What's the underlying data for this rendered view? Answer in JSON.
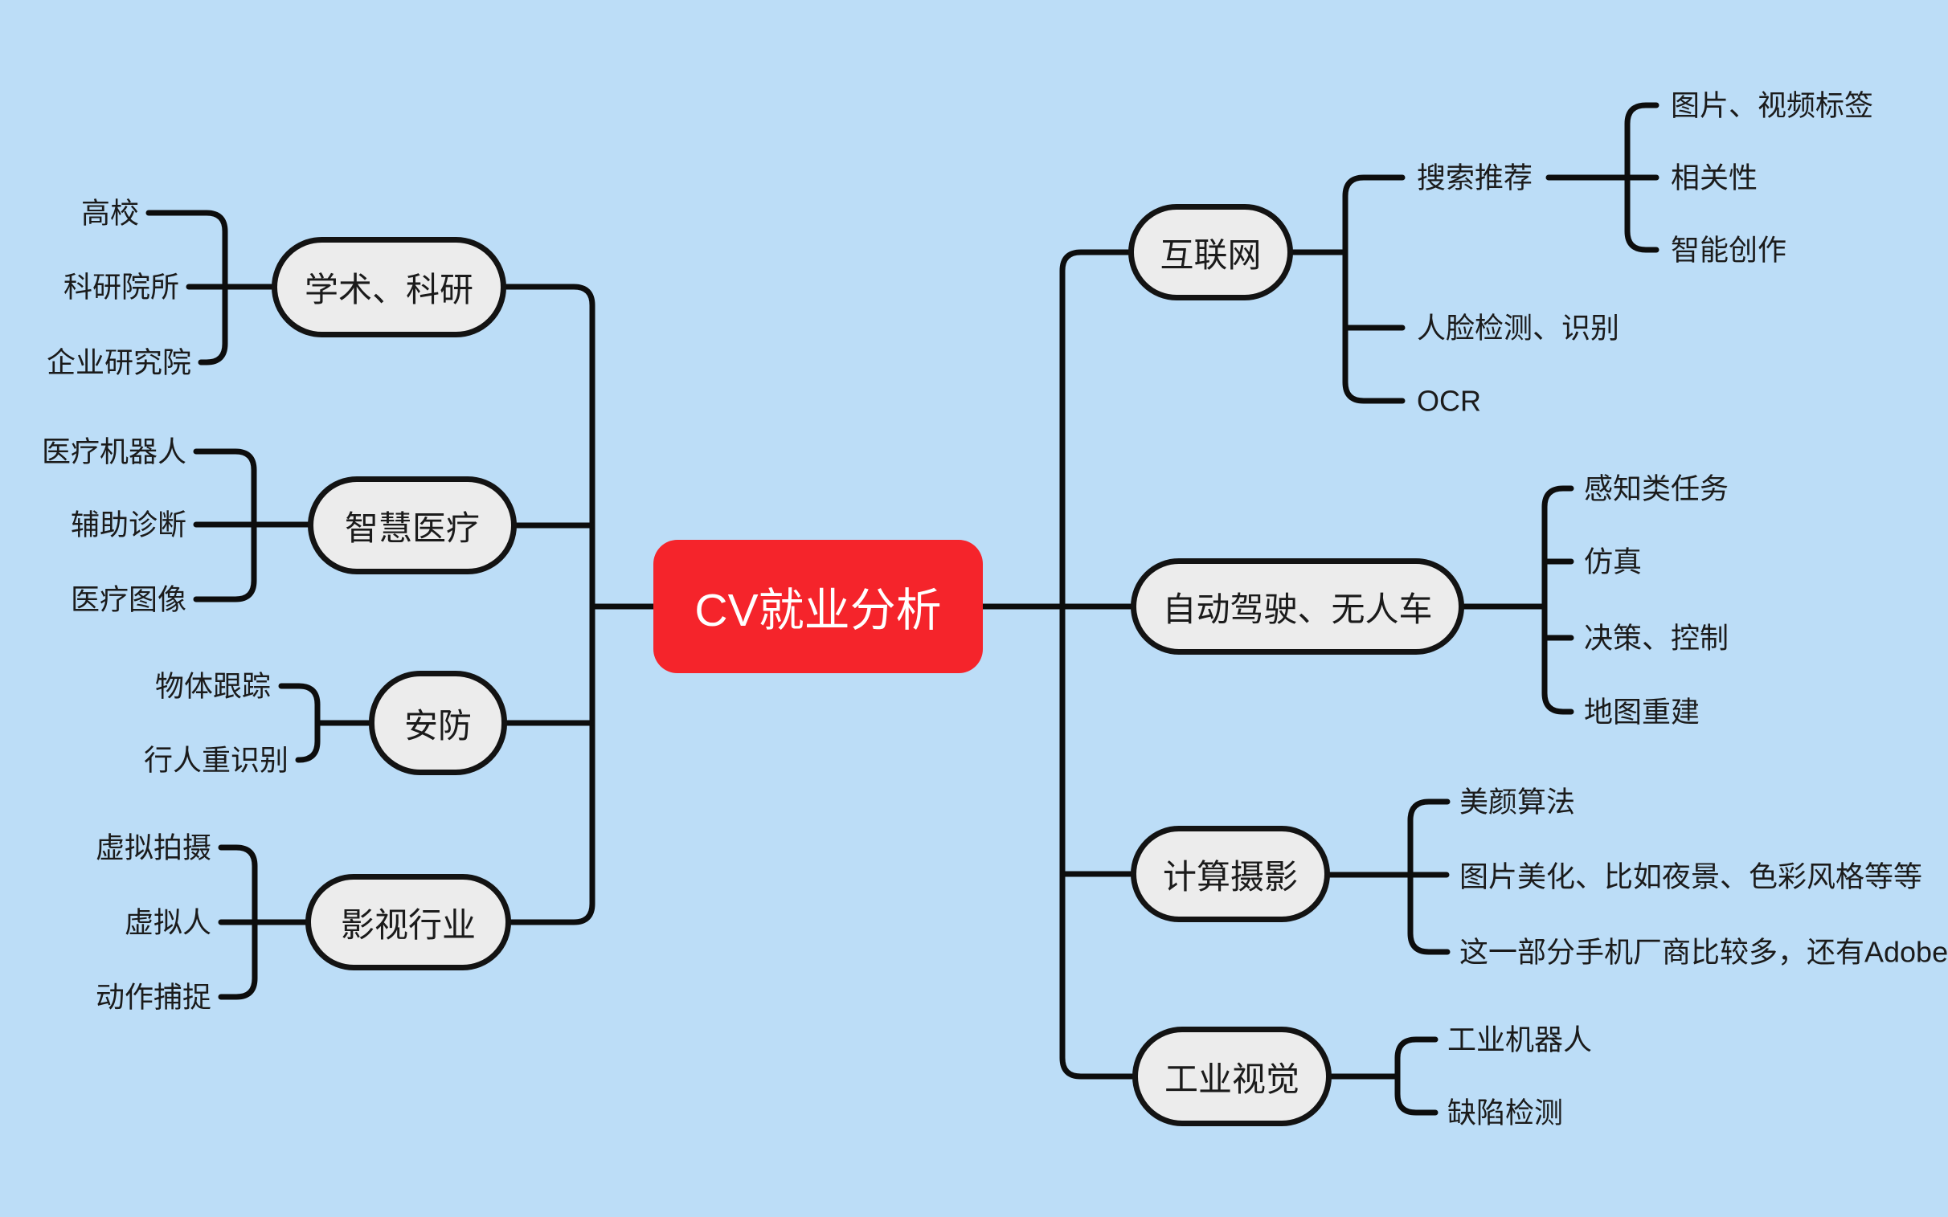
{
  "canvas": {
    "background_color": "#BCDDF7",
    "line_color": "#0D0D0D",
    "node_fill": "#ECECEC",
    "node_border": "#131313",
    "root_color": "#F5242B",
    "root_text_color": "#FFFFFF"
  },
  "root": {
    "label": "CV就业分析"
  },
  "left_branches": [
    {
      "label": "学术、科研",
      "children": [
        {
          "label": "高校"
        },
        {
          "label": "科研院所"
        },
        {
          "label": "企业研究院"
        }
      ]
    },
    {
      "label": "智慧医疗",
      "children": [
        {
          "label": "医疗机器人"
        },
        {
          "label": "辅助诊断"
        },
        {
          "label": "医疗图像"
        }
      ]
    },
    {
      "label": "安防",
      "children": [
        {
          "label": "物体跟踪"
        },
        {
          "label": "行人重识别"
        }
      ]
    },
    {
      "label": "影视行业",
      "children": [
        {
          "label": "虚拟拍摄"
        },
        {
          "label": "虚拟人"
        },
        {
          "label": "动作捕捉"
        }
      ]
    }
  ],
  "right_branches": [
    {
      "label": "互联网",
      "children": [
        {
          "label": "搜索推荐",
          "children": [
            {
              "label": "图片、视频标签"
            },
            {
              "label": "相关性"
            },
            {
              "label": "智能创作"
            }
          ]
        },
        {
          "label": "人脸检测、识别"
        },
        {
          "label": "OCR"
        }
      ]
    },
    {
      "label": "自动驾驶、无人车",
      "children": [
        {
          "label": "感知类任务"
        },
        {
          "label": "仿真"
        },
        {
          "label": "决策、控制"
        },
        {
          "label": "地图重建"
        }
      ]
    },
    {
      "label": "计算摄影",
      "children": [
        {
          "label": "美颜算法"
        },
        {
          "label": "图片美化、比如夜景、色彩风格等等"
        },
        {
          "label": "这一部分手机厂商比较多，还有Adobe"
        }
      ]
    },
    {
      "label": "工业视觉",
      "children": [
        {
          "label": "工业机器人"
        },
        {
          "label": "缺陷检测"
        }
      ]
    }
  ]
}
